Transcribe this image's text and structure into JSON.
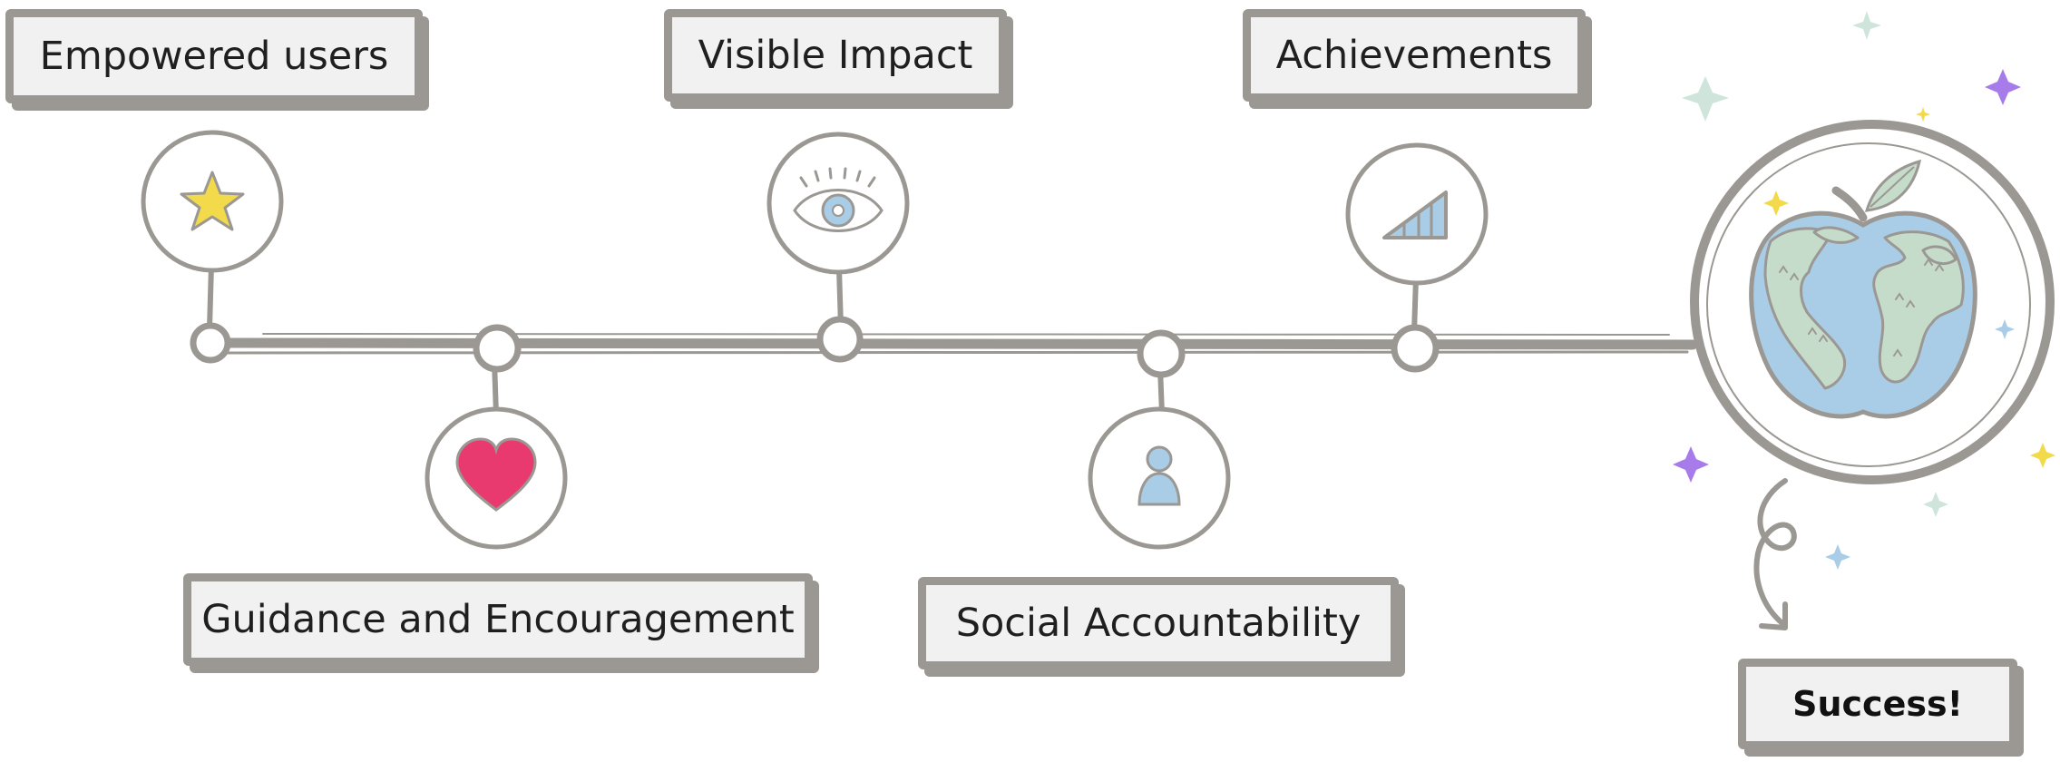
{
  "stages": [
    {
      "label": "Empowered users",
      "icon": "star-icon",
      "color": "#f2da4a"
    },
    {
      "label": "Guidance and Encouragement",
      "icon": "heart-icon",
      "color": "#e83a6e"
    },
    {
      "label": "Visible Impact",
      "icon": "eye-icon",
      "color": "#a9cde6"
    },
    {
      "label": "Social Accountability",
      "icon": "person-icon",
      "color": "#a9cde6"
    },
    {
      "label": "Achievements",
      "icon": "bar-chart-icon",
      "color": "#a9cde6"
    }
  ],
  "outcome": {
    "label": "Success!",
    "icon": "globe-apple-icon"
  },
  "colors": {
    "line": "#9b9893",
    "label_fill": "#f1f1f1",
    "ocean": "#a9cde6",
    "land": "#c6dccb",
    "sparkle_purple": "#a77bea",
    "sparkle_yellow": "#f2da4a",
    "sparkle_mint": "#cfe5dc",
    "sparkle_blue": "#a9cde6"
  }
}
